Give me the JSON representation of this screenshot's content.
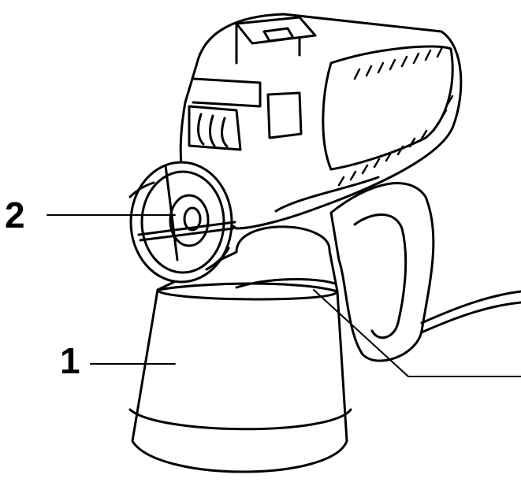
{
  "callouts": [
    {
      "id": "1",
      "label": "1",
      "part": "container"
    },
    {
      "id": "2",
      "label": "2",
      "part": "nozzle"
    }
  ],
  "colors": {
    "ink": "#000000",
    "paper": "#ffffff"
  }
}
